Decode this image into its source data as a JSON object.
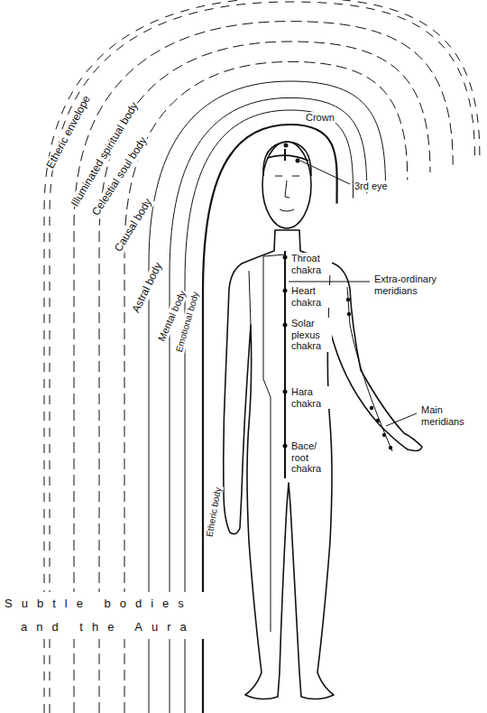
{
  "diagram": {
    "caption": "Subtle bodies and the Aura",
    "labels": [
      "Etheric envelope",
      "Illuminated spiritual body",
      "Celestial soul body",
      "Causal body",
      "Astral body",
      "Mental body",
      "Emotional body",
      "Etheric body",
      "Crown",
      "3rd eye",
      "Throat chakra",
      "Heart chakra",
      "Solar plexus chakra",
      "Hara chakra",
      "Bace/ root chakra",
      "Extra-ordinary meridians",
      "Main meridians"
    ]
  }
}
